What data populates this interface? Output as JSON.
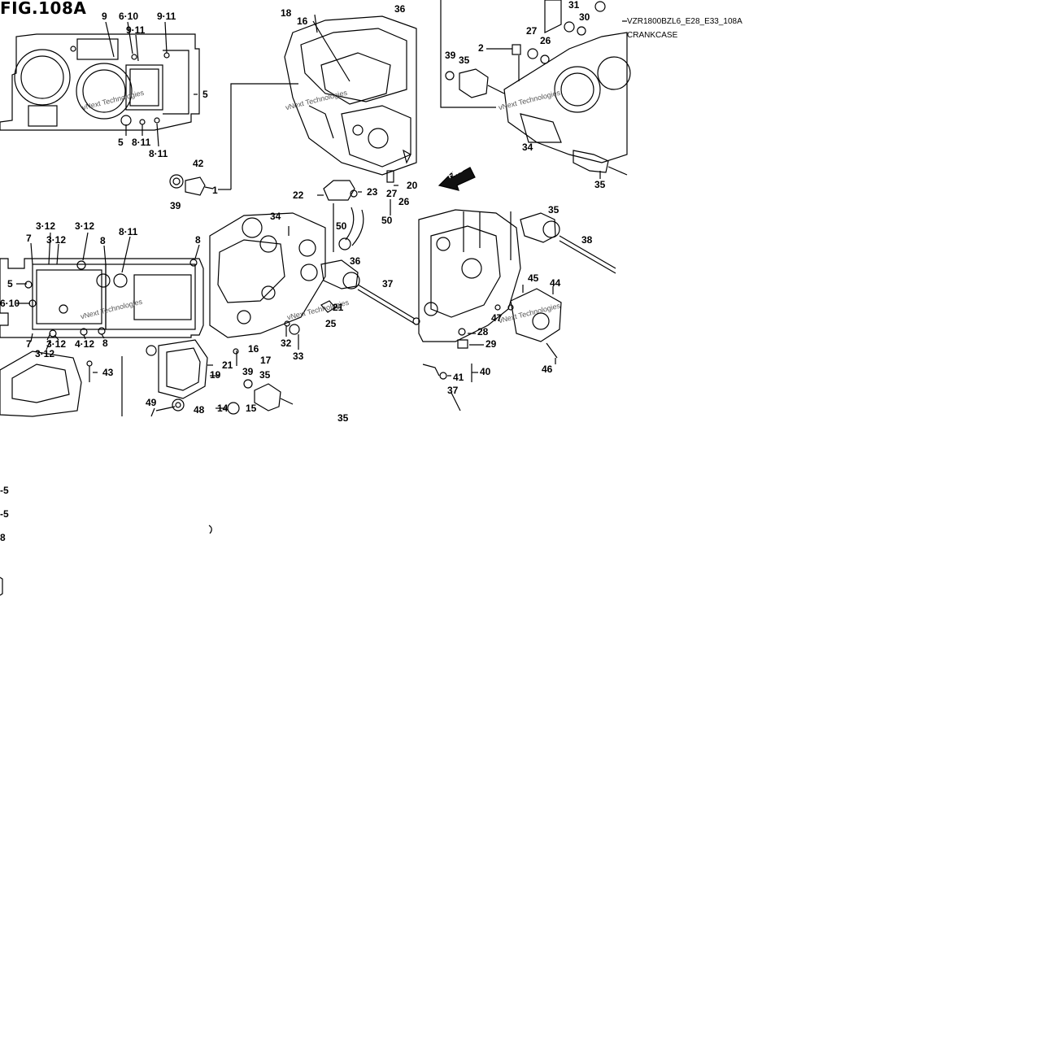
{
  "figure": {
    "title": "FIG.108A",
    "code": "VZR1800BZL6_E28_E33_108A",
    "section": "CRANKCASE"
  },
  "direction_marker": "FWD",
  "watermark": "vNext Technologies",
  "callouts": [
    {
      "id": "c1",
      "text": "9"
    },
    {
      "id": "c2",
      "text": "6·10"
    },
    {
      "id": "c3",
      "text": "9·11"
    },
    {
      "id": "c4",
      "text": "9·11"
    },
    {
      "id": "c5",
      "text": "5"
    },
    {
      "id": "c6",
      "text": "5"
    },
    {
      "id": "c7",
      "text": "8·11"
    },
    {
      "id": "c8",
      "text": "8·11"
    },
    {
      "id": "c9",
      "text": "42"
    },
    {
      "id": "c10",
      "text": "39"
    },
    {
      "id": "c11",
      "text": "1"
    },
    {
      "id": "c12",
      "text": "18"
    },
    {
      "id": "c13",
      "text": "16"
    },
    {
      "id": "c14",
      "text": "36"
    },
    {
      "id": "c15",
      "text": "22"
    },
    {
      "id": "c16",
      "text": "23"
    },
    {
      "id": "c17",
      "text": "20"
    },
    {
      "id": "c18",
      "text": "27"
    },
    {
      "id": "c19",
      "text": "26"
    },
    {
      "id": "c20",
      "text": "50"
    },
    {
      "id": "c21",
      "text": "50"
    },
    {
      "id": "c22",
      "text": "31"
    },
    {
      "id": "c23",
      "text": "30"
    },
    {
      "id": "c24",
      "text": "27"
    },
    {
      "id": "c25",
      "text": "26"
    },
    {
      "id": "c26",
      "text": "2"
    },
    {
      "id": "c27",
      "text": "39"
    },
    {
      "id": "c28",
      "text": "35"
    },
    {
      "id": "c29",
      "text": "34"
    },
    {
      "id": "c30",
      "text": "35"
    },
    {
      "id": "c31",
      "text": "3·12"
    },
    {
      "id": "c32",
      "text": "3·12"
    },
    {
      "id": "c33",
      "text": "7"
    },
    {
      "id": "c34",
      "text": "3·12"
    },
    {
      "id": "c35",
      "text": "8"
    },
    {
      "id": "c36",
      "text": "8·11"
    },
    {
      "id": "c37",
      "text": "8"
    },
    {
      "id": "c38",
      "text": "5"
    },
    {
      "id": "c39",
      "text": "6·10"
    },
    {
      "id": "c40",
      "text": "7"
    },
    {
      "id": "c41",
      "text": "3·12"
    },
    {
      "id": "c42",
      "text": "4·12"
    },
    {
      "id": "c43",
      "text": "8"
    },
    {
      "id": "c44",
      "text": "3·12"
    },
    {
      "id": "c45",
      "text": "43"
    },
    {
      "id": "c46",
      "text": "34"
    },
    {
      "id": "c47",
      "text": "36"
    },
    {
      "id": "c48",
      "text": "37"
    },
    {
      "id": "c49",
      "text": "21"
    },
    {
      "id": "c50",
      "text": "25"
    },
    {
      "id": "c51",
      "text": "32"
    },
    {
      "id": "c52",
      "text": "33"
    },
    {
      "id": "c53",
      "text": "16"
    },
    {
      "id": "c54",
      "text": "17"
    },
    {
      "id": "c55",
      "text": "21"
    },
    {
      "id": "c56",
      "text": "19"
    },
    {
      "id": "c57",
      "text": "39"
    },
    {
      "id": "c58",
      "text": "35"
    },
    {
      "id": "c59",
      "text": "49"
    },
    {
      "id": "c60",
      "text": "48"
    },
    {
      "id": "c61",
      "text": "14"
    },
    {
      "id": "c62",
      "text": "15"
    },
    {
      "id": "c63",
      "text": "35"
    },
    {
      "id": "c64",
      "text": "35"
    },
    {
      "id": "c65",
      "text": "38"
    },
    {
      "id": "c66",
      "text": "45"
    },
    {
      "id": "c67",
      "text": "44"
    },
    {
      "id": "c68",
      "text": "47"
    },
    {
      "id": "c69",
      "text": "28"
    },
    {
      "id": "c70",
      "text": "29"
    },
    {
      "id": "c71",
      "text": "46"
    },
    {
      "id": "c72",
      "text": "41"
    },
    {
      "id": "c73",
      "text": "40"
    },
    {
      "id": "c74",
      "text": "37"
    },
    {
      "id": "c75",
      "text": "-5"
    },
    {
      "id": "c76",
      "text": "-5"
    },
    {
      "id": "c77",
      "text": "8"
    }
  ]
}
